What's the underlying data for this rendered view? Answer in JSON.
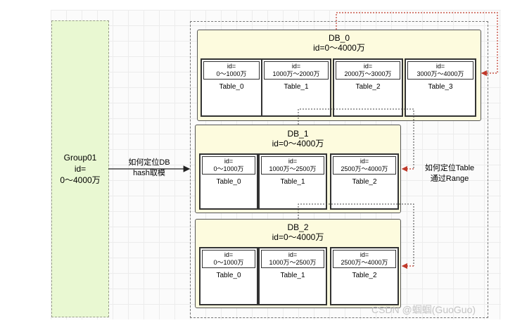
{
  "group": {
    "name": "Group01",
    "id_label": "id=",
    "range": "0～4000万"
  },
  "locate_db": {
    "line1": "如何定位DB",
    "line2": "hash取模"
  },
  "locate_table": {
    "line1": "如何定位Table",
    "line2": "通过Range"
  },
  "dbs": [
    {
      "name": "DB_0",
      "range": "id=0～4000万",
      "tables": [
        {
          "id": "id=",
          "range": "0～1000万",
          "name": "Table_0"
        },
        {
          "id": "id=",
          "range": "1000万～2000万",
          "name": "Table_1"
        },
        {
          "id": "id=",
          "range": "2000万～3000万",
          "name": "Table_2"
        },
        {
          "id": "id=",
          "range": "3000万～4000万",
          "name": "Table_3"
        }
      ]
    },
    {
      "name": "DB_1",
      "range": "id=0～4000万",
      "tables": [
        {
          "id": "id=",
          "range": "0～1000万",
          "name": "Table_0"
        },
        {
          "id": "id=",
          "range": "1000万～2500万",
          "name": "Table_1"
        },
        {
          "id": "id=",
          "range": "2500万～4000万",
          "name": "Table_2"
        }
      ]
    },
    {
      "name": "DB_2",
      "range": "id=0～4000万",
      "tables": [
        {
          "id": "id=",
          "range": "0～1000万",
          "name": "Table_0"
        },
        {
          "id": "id=",
          "range": "1000万～2500万",
          "name": "Table_1"
        },
        {
          "id": "id=",
          "range": "2500万～4000万",
          "name": "Table_2"
        }
      ]
    }
  ],
  "watermark": "CSDN @蝈蝈(GuoGuo)",
  "colors": {
    "group_fill": "#e9f8d2",
    "db_fill": "#fdfbde",
    "connector": "#c0392b"
  }
}
